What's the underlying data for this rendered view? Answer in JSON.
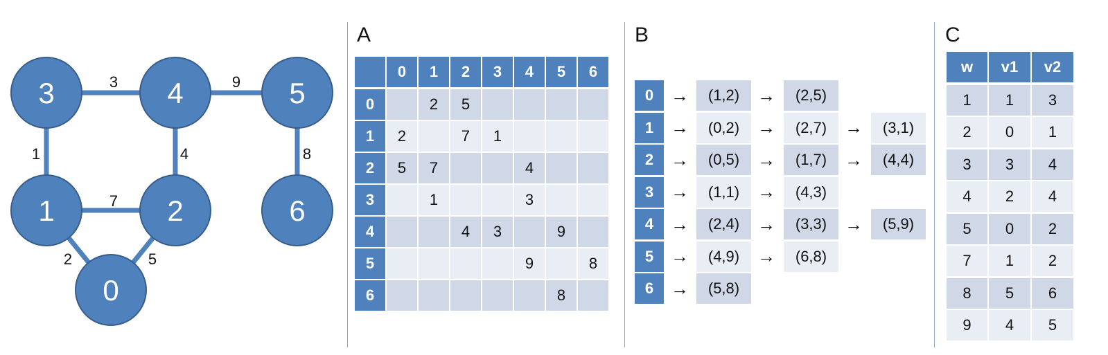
{
  "graph": {
    "nodes": [
      "0",
      "1",
      "2",
      "3",
      "4",
      "5",
      "6"
    ],
    "edges": [
      {
        "a": "3",
        "b": "4",
        "w": "3"
      },
      {
        "a": "4",
        "b": "5",
        "w": "9"
      },
      {
        "a": "3",
        "b": "1",
        "w": "1"
      },
      {
        "a": "4",
        "b": "2",
        "w": "4"
      },
      {
        "a": "5",
        "b": "6",
        "w": "8"
      },
      {
        "a": "1",
        "b": "2",
        "w": "7"
      },
      {
        "a": "1",
        "b": "0",
        "w": "2"
      },
      {
        "a": "2",
        "b": "0",
        "w": "5"
      }
    ]
  },
  "panel_a": {
    "label": "A",
    "headers": [
      "0",
      "1",
      "2",
      "3",
      "4",
      "5",
      "6"
    ],
    "rows": [
      [
        "",
        "2",
        "5",
        "",
        "",
        "",
        ""
      ],
      [
        "2",
        "",
        "7",
        "1",
        "",
        "",
        ""
      ],
      [
        "5",
        "7",
        "",
        "",
        "4",
        "",
        ""
      ],
      [
        "",
        "1",
        "",
        "",
        "3",
        "",
        ""
      ],
      [
        "",
        "",
        "4",
        "3",
        "",
        "9",
        ""
      ],
      [
        "",
        "",
        "",
        "",
        "9",
        "",
        "8"
      ],
      [
        "",
        "",
        "",
        "",
        "",
        "8",
        ""
      ]
    ]
  },
  "panel_b": {
    "label": "B",
    "arrow": "→",
    "lists": [
      [
        "(1,2)",
        "(2,5)"
      ],
      [
        "(0,2)",
        "(2,7)",
        "(3,1)"
      ],
      [
        "(0,5)",
        "(1,7)",
        "(4,4)"
      ],
      [
        "(1,1)",
        "(4,3)"
      ],
      [
        "(2,4)",
        "(3,3)",
        "(5,9)"
      ],
      [
        "(4,9)",
        "(6,8)"
      ],
      [
        "(5,8)"
      ]
    ]
  },
  "panel_c": {
    "label": "C",
    "headers": [
      "w",
      "v1",
      "v2"
    ],
    "rows": [
      [
        "1",
        "1",
        "3"
      ],
      [
        "2",
        "0",
        "1"
      ],
      [
        "3",
        "3",
        "4"
      ],
      [
        "4",
        "2",
        "4"
      ],
      [
        "5",
        "0",
        "2"
      ],
      [
        "7",
        "1",
        "2"
      ],
      [
        "8",
        "5",
        "6"
      ],
      [
        "9",
        "4",
        "5"
      ]
    ]
  },
  "colors": {
    "node_fill": "#4f81bd",
    "node_stroke": "#385d8a",
    "edge": "#4f81bd",
    "header_fill": "#4f81bd",
    "cell_dark": "#d0d8e8",
    "cell_light": "#e9edf4"
  }
}
